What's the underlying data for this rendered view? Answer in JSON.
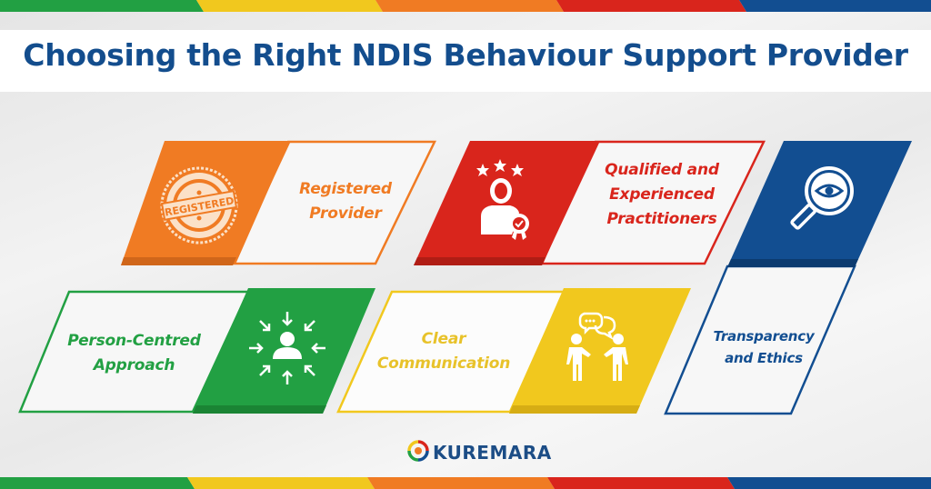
{
  "title": "Choosing the Right NDIS Behaviour Support Provider",
  "colors": {
    "green": "#22a043",
    "yellow": "#f1c81e",
    "orange": "#f07b23",
    "red": "#d9251c",
    "blue": "#124e91",
    "title": "#134d8d"
  },
  "cards": [
    {
      "label_lines": [
        "Registered",
        "Provider"
      ],
      "color": "orange",
      "icon": "registered-stamp-icon",
      "stamp_text": "REGISTERED"
    },
    {
      "label_lines": [
        "Qualified and",
        "Experienced",
        "Practitioners"
      ],
      "color": "red",
      "icon": "certified-professional-icon"
    },
    {
      "label_lines": [
        "Transparency",
        "and Ethics"
      ],
      "color": "blue",
      "icon": "magnifier-eye-icon"
    },
    {
      "label_lines": [
        "Person-Centred",
        "Approach"
      ],
      "color": "green",
      "icon": "person-focus-arrows-icon"
    },
    {
      "label_lines": [
        "Clear",
        "Communication"
      ],
      "color": "yellow",
      "icon": "two-people-conversation-icon"
    }
  ],
  "logo": {
    "text": "KUREMARA",
    "icon": "kuremara-swirl-logo-icon"
  }
}
